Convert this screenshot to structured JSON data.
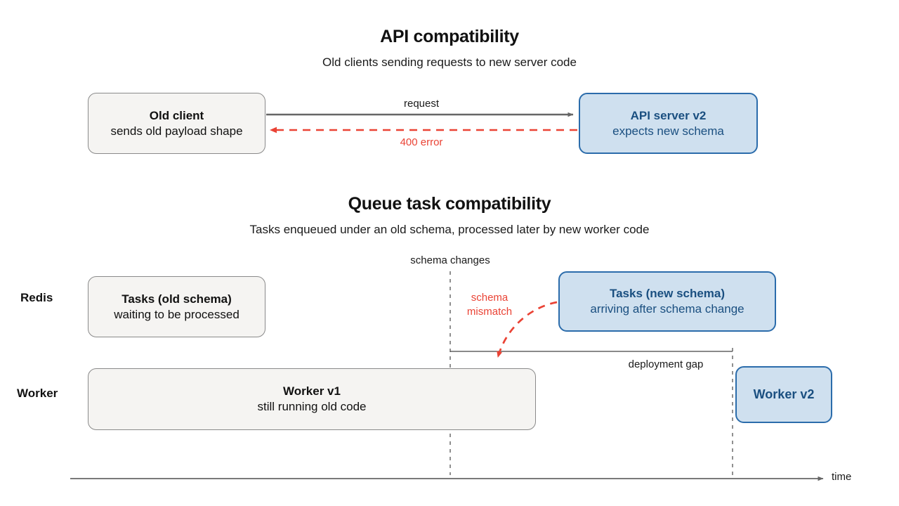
{
  "colors": {
    "blue_fill": "#cfe0ef",
    "blue_stroke": "#2b6cab",
    "blue_text": "#1a4f80",
    "gray_fill": "#f5f4f2",
    "gray_stroke": "#8a8a8a",
    "red": "#ea4335",
    "arrow_gray": "#666666",
    "text": "#111111"
  },
  "api_section": {
    "title": "API compatibility",
    "subtitle": "Old clients sending requests to new server code",
    "client_box": {
      "title": "Old client",
      "subtitle": "sends old payload shape"
    },
    "server_box": {
      "title": "API server v2",
      "subtitle": "expects new schema"
    },
    "request_label": "request",
    "error_label": "400 error"
  },
  "queue_section": {
    "title": "Queue task compatibility",
    "subtitle": "Tasks enqueued under an old schema, processed later by new worker code",
    "row_labels": {
      "redis": "Redis",
      "worker": "Worker"
    },
    "tasks_old_box": {
      "title": "Tasks (old schema)",
      "subtitle": "waiting to be processed"
    },
    "tasks_new_box": {
      "title": "Tasks (new schema)",
      "subtitle": "arriving after schema change"
    },
    "worker_v1_box": {
      "title": "Worker v1",
      "subtitle": "still running old code"
    },
    "worker_v2_box": {
      "title": "Worker v2"
    },
    "schema_changes_label": "schema changes",
    "mismatch_label_line1": "schema",
    "mismatch_label_line2": "mismatch",
    "deployment_gap_label": "deployment gap",
    "time_axis_label": "time"
  }
}
